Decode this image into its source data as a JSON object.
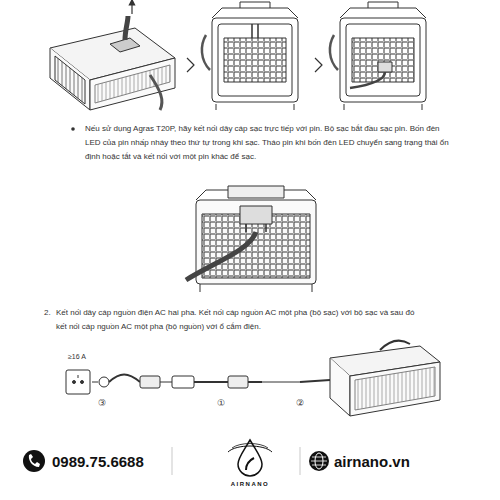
{
  "diagram": {
    "labels": [
      "Nếu sử dụng Agras T20P, hãy kết nối dây cáp sạc trực tiếp với pin. Bộ sạc bắt đầu sạc pin. Bốn đèn LED của pin nhấp nháy theo thứ tự trong khi sạc. Tháo pin khi bốn đèn LED chuyển sang trạng thái ổn định hoặc tắt và kết nối với một pin khác để sạc.",
      "2.",
      "Kết nối dây cáp nguồn điện AC hai pha. Kết nối cáp nguồn AC một pha (bộ sạc) với bộ sạc và sau đó kết nối cáp nguồn AC một pha (bộ nguồn) với ổ cắm điện.",
      "≥16 A",
      "③",
      "①",
      "②",
      "0989.75.6688",
      "AIRNANO",
      "airnano.vn"
    ]
  }
}
